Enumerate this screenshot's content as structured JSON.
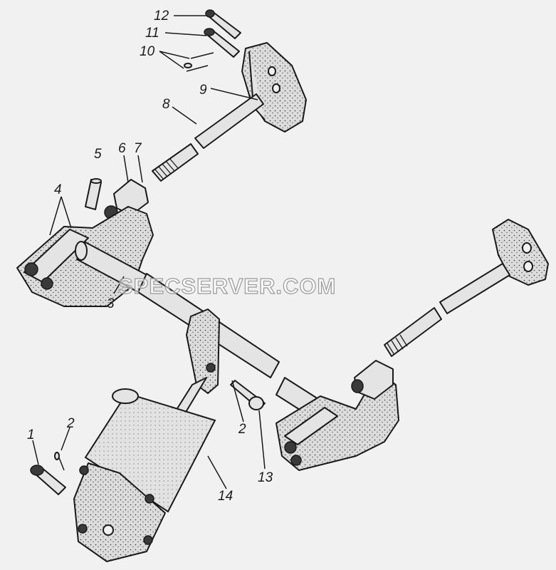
{
  "figure": {
    "labels": [
      {
        "id": "1",
        "text": "1"
      },
      {
        "id": "2a",
        "text": "2"
      },
      {
        "id": "2b",
        "text": "2"
      },
      {
        "id": "3",
        "text": "3"
      },
      {
        "id": "4",
        "text": "4"
      },
      {
        "id": "5",
        "text": "5"
      },
      {
        "id": "6",
        "text": "6"
      },
      {
        "id": "7",
        "text": "7"
      },
      {
        "id": "8",
        "text": "8"
      },
      {
        "id": "9",
        "text": "9"
      },
      {
        "id": "10",
        "text": "10"
      },
      {
        "id": "11",
        "text": "11"
      },
      {
        "id": "12",
        "text": "12"
      },
      {
        "id": "13",
        "text": "13"
      },
      {
        "id": "14",
        "text": "14"
      }
    ],
    "watermark": "SPECSERVER.COM"
  },
  "colors": {
    "background": "#f1f1f1",
    "ink": "#1a1a1a",
    "metal": "#e4e4e4"
  }
}
